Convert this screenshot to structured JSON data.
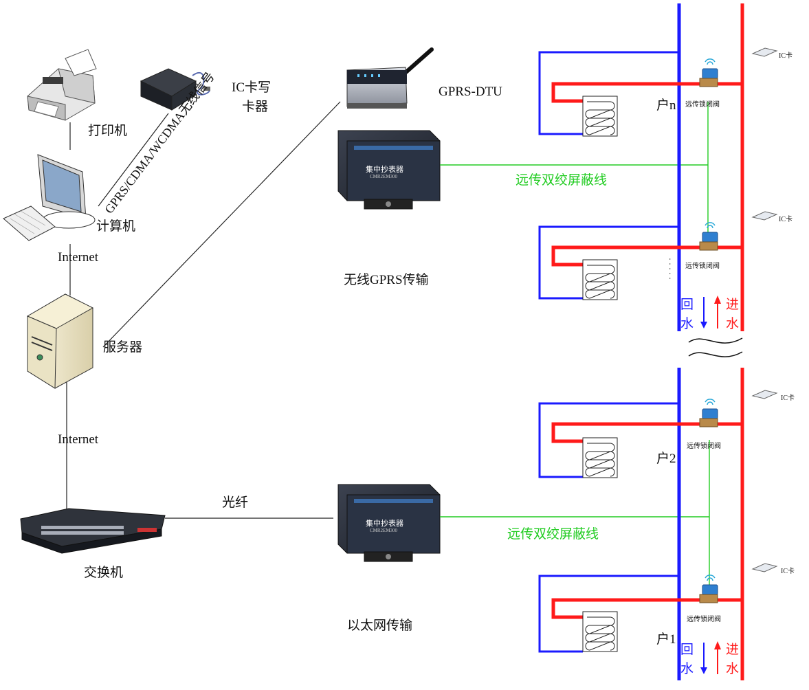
{
  "devices": {
    "printer": "打印机",
    "card_writer": "IC卡写\n卡器",
    "card_writer_line1": "IC卡写",
    "card_writer_line2": "卡器",
    "computer": "计算机",
    "server": "服务器",
    "switch": "交换机",
    "gprs_dtu": "GPRS-DTU",
    "concentrator_text": "集中抄表器",
    "concentrator_model": "CMR2EM300"
  },
  "links": {
    "internet_top": "Internet",
    "internet_bottom": "Internet",
    "wireless_signal": "GPRS/CDMA/WCDMA无线信号",
    "fiber": "光纤",
    "twisted_pair_top": "远传双绞屏蔽线",
    "twisted_pair_bottom": "远传双绞屏蔽线"
  },
  "captions": {
    "wireless_transmission": "无线GPRS传输",
    "ethernet_transmission": "以太网传输"
  },
  "households": {
    "hn": "户n",
    "h2": "户2",
    "h1": "户1",
    "valve": "远传锁闭阀",
    "ic_card": "IC卡",
    "dots": "· · · · ·"
  },
  "pipes": {
    "return_1": "回",
    "return_2": "水",
    "supply_1": "进",
    "supply_2": "水"
  },
  "colors": {
    "supply_pipe": "#ff1a1a",
    "return_pipe": "#1a1aff",
    "signal_wire": "#22cc22",
    "network_line": "#222222"
  }
}
